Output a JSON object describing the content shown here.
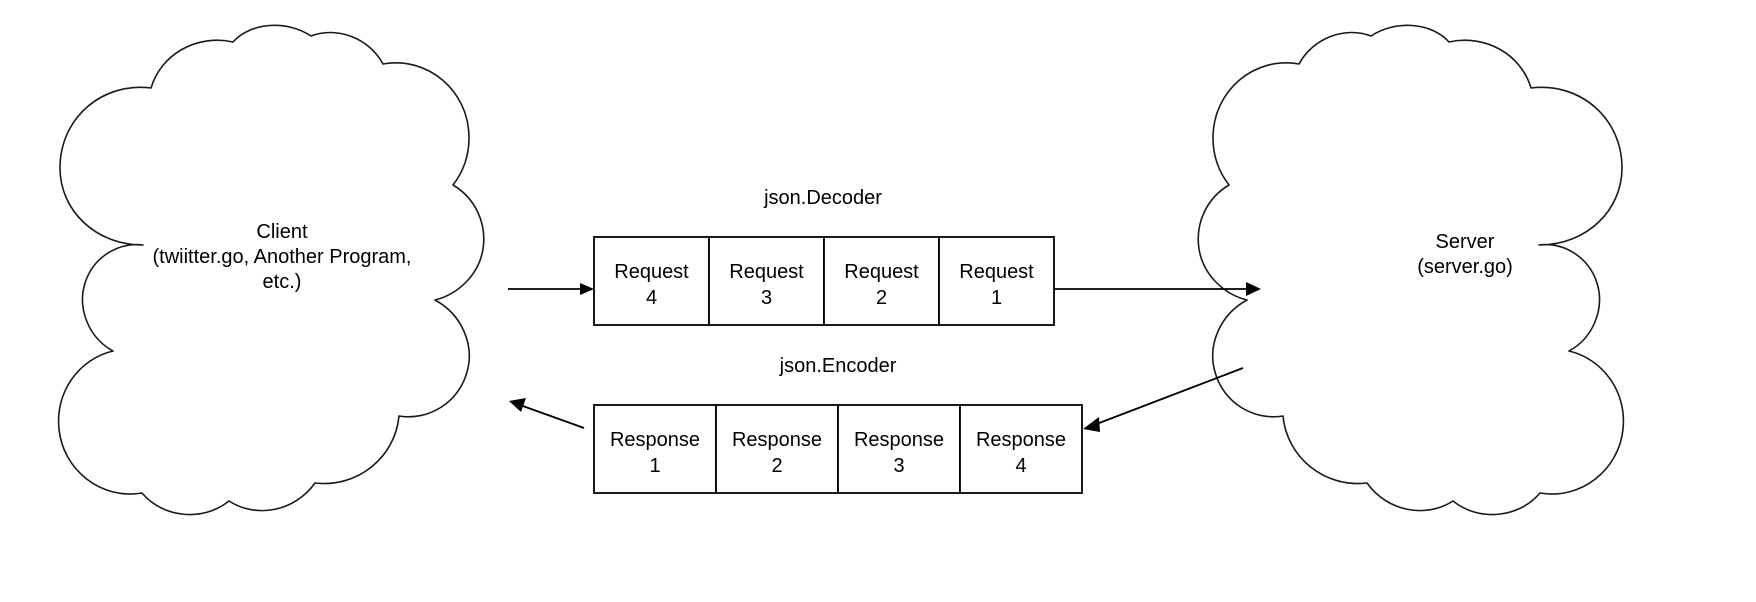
{
  "diagram": {
    "title": "Client-Server JSON streaming diagram",
    "background_color": "#ffffff",
    "stroke_color": "#000000",
    "fill_color": "#ffffff"
  },
  "nodes": {
    "client": {
      "shape": "cloud",
      "lines": [
        "Client",
        "(twiitter.go, Another Program,",
        "etc.)"
      ],
      "line1": "Client",
      "line2": "(twiitter.go, Another Program,",
      "line3": "etc.)"
    },
    "server": {
      "shape": "cloud",
      "lines": [
        "Server",
        "(server.go)"
      ],
      "line1": "Server",
      "line2": "(server.go)"
    }
  },
  "queues": [
    {
      "id": "decoder",
      "label": "json.Decoder",
      "direction": "client-to-server",
      "cells": [
        {
          "name": "Request",
          "number": "4"
        },
        {
          "name": "Request",
          "number": "3"
        },
        {
          "name": "Request",
          "number": "2"
        },
        {
          "name": "Request",
          "number": "1"
        }
      ]
    },
    {
      "id": "encoder",
      "label": "json.Encoder",
      "direction": "server-to-client",
      "cells": [
        {
          "name": "Response",
          "number": "1"
        },
        {
          "name": "Response",
          "number": "2"
        },
        {
          "name": "Response",
          "number": "3"
        },
        {
          "name": "Response",
          "number": "4"
        }
      ]
    }
  ],
  "connectors": [
    {
      "id": "client-to-decoder",
      "from": "client",
      "to": "decoder",
      "arrow": "right"
    },
    {
      "id": "decoder-to-server",
      "from": "decoder",
      "to": "server",
      "arrow": "right"
    },
    {
      "id": "server-to-encoder",
      "from": "server",
      "to": "encoder",
      "arrow": "left"
    },
    {
      "id": "encoder-to-client",
      "from": "encoder",
      "to": "client",
      "arrow": "left"
    }
  ]
}
